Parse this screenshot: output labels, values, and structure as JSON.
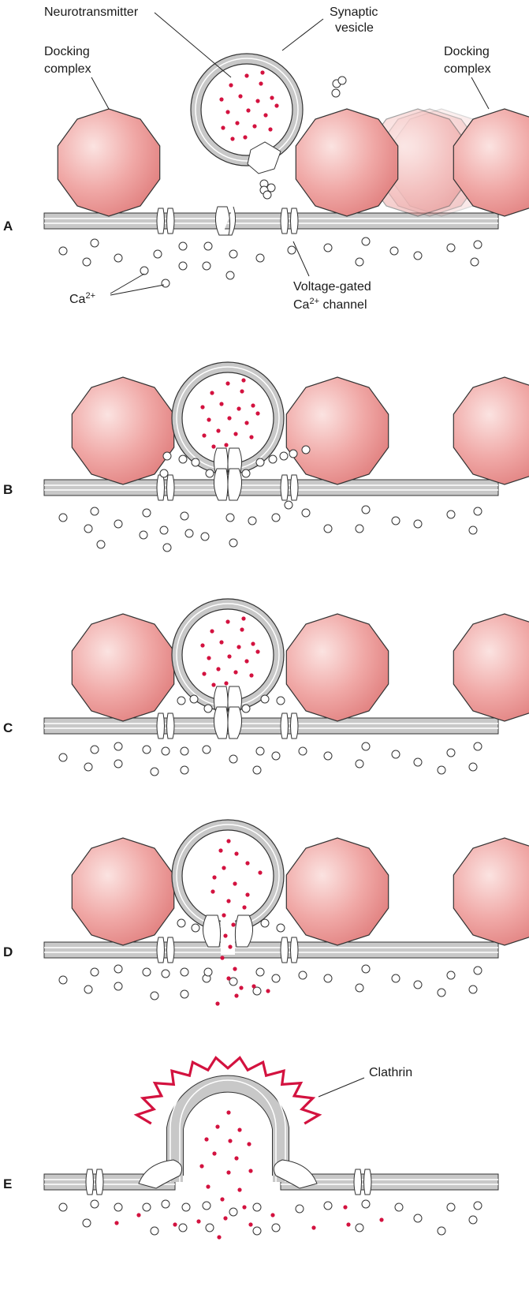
{
  "labels": {
    "neurotransmitter": "Neurotransmitter",
    "vesicle_line1": "Synaptic",
    "vesicle_line2": "vesicle",
    "docking_left_line1": "Docking",
    "docking_left_line2": "complex",
    "docking_right_line1": "Docking",
    "docking_right_line2": "complex",
    "ca": "Ca",
    "ca_sup": "2+",
    "channel_line1": "Voltage-gated",
    "channel_line2_pre": "Ca",
    "channel_line2_sup": "2+",
    "channel_line2_post": " channel",
    "clathrin": "Clathrin"
  },
  "panels": [
    "A",
    "B",
    "C",
    "D",
    "E"
  ],
  "colors": {
    "docking_complex": "#e58f8f",
    "neurotransmitter_dot": "#d3123f",
    "clathrin": "#d3123f",
    "membrane": "#c8c8c8",
    "outline": "#333333"
  }
}
